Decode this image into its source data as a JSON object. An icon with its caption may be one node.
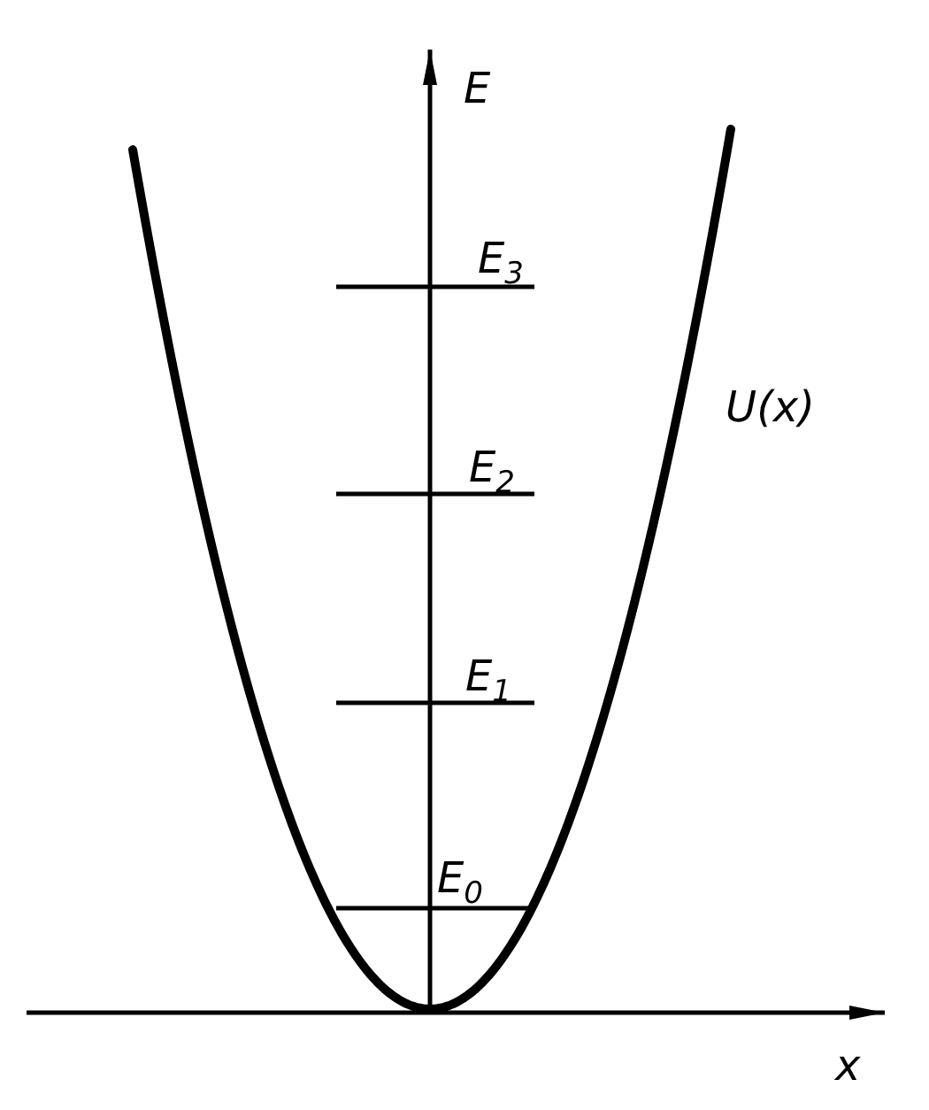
{
  "diagram": {
    "labels": [
      "E",
      "E$_{3}$",
      "U(x)",
      "E$_{2}$",
      "E$_{1}$",
      "E$_{0}$",
      "x"
    ]
  }
}
